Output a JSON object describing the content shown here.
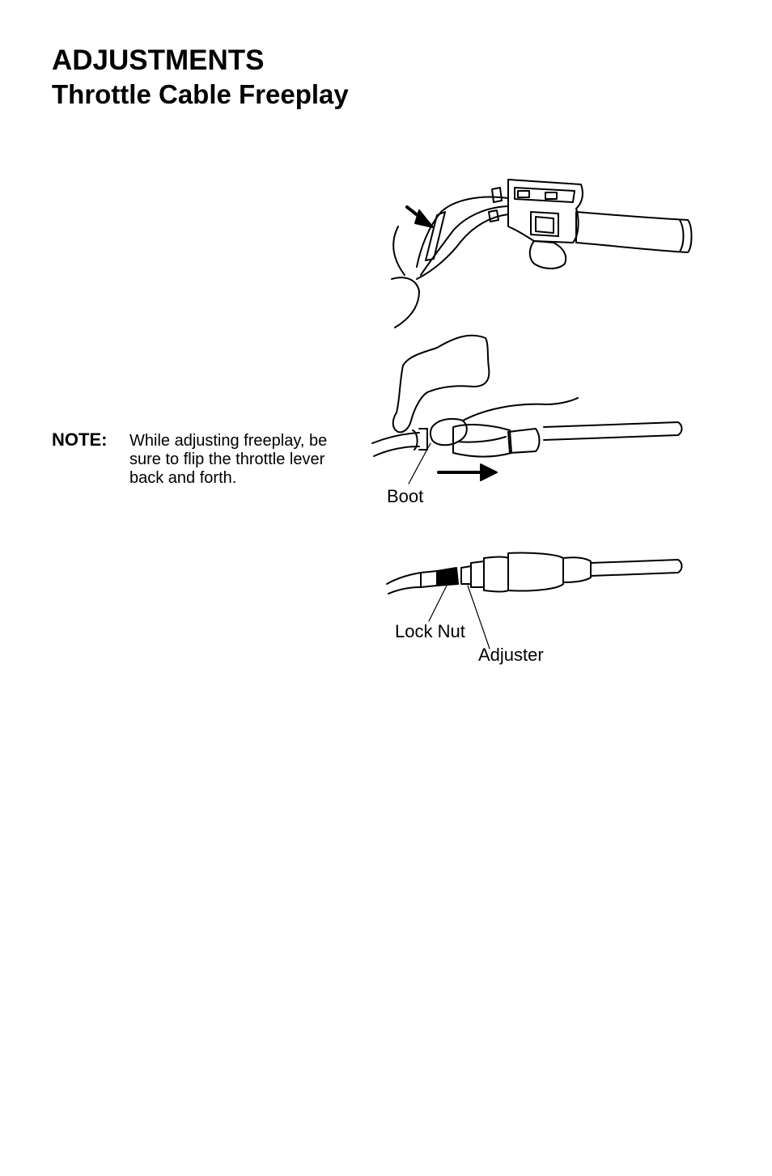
{
  "header": {
    "title": "ADJUSTMENTS",
    "subtitle": "Throttle Cable Freeplay"
  },
  "note": {
    "label": "NOTE:",
    "text": "While adjusting freeplay, be sure to flip the throttle lever back and forth."
  },
  "figure": {
    "callouts": {
      "boot": "Boot",
      "lock_nut": "Lock Nut",
      "adjuster": "Adjuster"
    }
  }
}
